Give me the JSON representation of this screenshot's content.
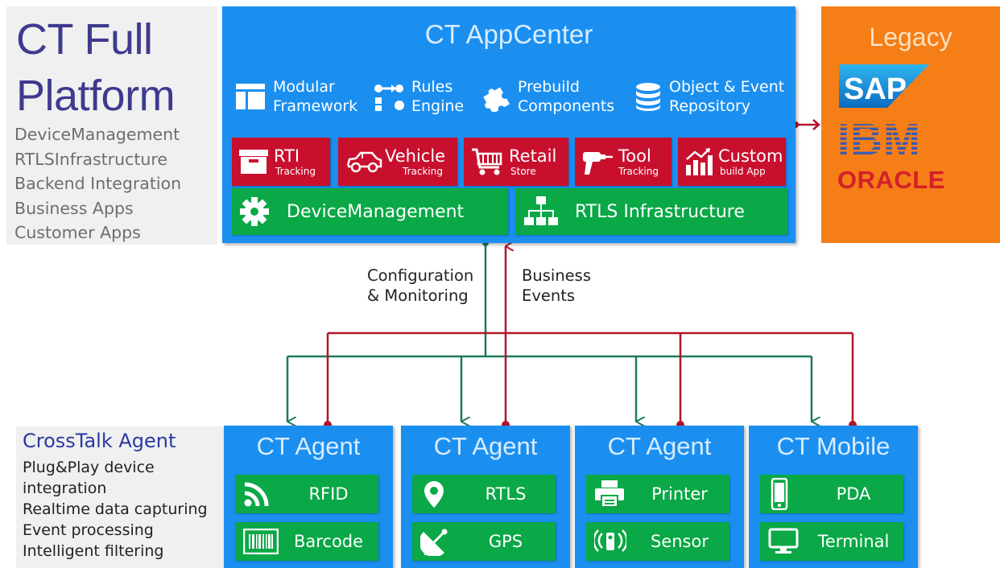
{
  "platform": {
    "title_line1": "CT Full",
    "title_line2": "Platform",
    "items": [
      "DeviceManagement",
      "RTLSInfrastructure",
      "Backend Integration",
      "Business Apps",
      "Customer Apps"
    ]
  },
  "appcenter": {
    "title": "CT AppCenter",
    "features": [
      {
        "line1": "Modular",
        "line2": "Framework",
        "icon": "modular-framework-icon"
      },
      {
        "line1": "Rules",
        "line2": "Engine",
        "icon": "rules-engine-icon"
      },
      {
        "line1": "Prebuild",
        "line2": "Components",
        "icon": "puzzle-icon"
      },
      {
        "line1": "Object & Event",
        "line2": "Repository",
        "icon": "database-icon"
      }
    ],
    "apps": [
      {
        "main": "RTI",
        "sub": "Tracking",
        "icon": "box-icon"
      },
      {
        "main": "Vehicle",
        "sub": "Tracking",
        "icon": "car-icon"
      },
      {
        "main": "Retail",
        "sub": "Store",
        "icon": "shopping-cart-icon"
      },
      {
        "main": "Tool",
        "sub": "Tracking",
        "icon": "drill-icon"
      },
      {
        "main": "Custom",
        "sub": "build App",
        "icon": "bar-chart-icon"
      }
    ],
    "device_management": "DeviceManagement",
    "rtls_infrastructure": "RTLS Infrastructure"
  },
  "legacy": {
    "title": "Legacy",
    "logos": [
      "SAP",
      "IBM",
      "ORACLE"
    ]
  },
  "flows": {
    "config_line1": "Configuration",
    "config_line2": "& Monitoring",
    "events_line1": "Business",
    "events_line2": "Events"
  },
  "crosstalk": {
    "title": "CrossTalk Agent",
    "items": [
      "Plug&Play device",
      "integration",
      "Realtime data capturing",
      "Event processing",
      "Intelligent filtering"
    ]
  },
  "agents": [
    {
      "name": "CT Agent",
      "items": [
        {
          "label": "RFID",
          "icon": "rss-icon"
        },
        {
          "label": "Barcode",
          "icon": "barcode-icon"
        }
      ]
    },
    {
      "name": "CT Agent",
      "items": [
        {
          "label": "RTLS",
          "icon": "map-pin-icon"
        },
        {
          "label": "GPS",
          "icon": "satellite-dish-icon"
        }
      ]
    },
    {
      "name": "CT Agent",
      "items": [
        {
          "label": "Printer",
          "icon": "printer-icon"
        },
        {
          "label": "Sensor",
          "icon": "sensor-icon"
        }
      ]
    },
    {
      "name": "CT Mobile",
      "items": [
        {
          "label": "PDA",
          "icon": "mobile-phone-icon"
        },
        {
          "label": "Terminal",
          "icon": "monitor-icon"
        }
      ]
    }
  ],
  "colors": {
    "blue": "#1b8ff0",
    "red": "#c8102e",
    "green": "#0aa846",
    "orange": "#f57e17",
    "teal_line": "#1e7a5a",
    "red_line": "#b0162a",
    "title_purple": "#3e3a8f"
  }
}
